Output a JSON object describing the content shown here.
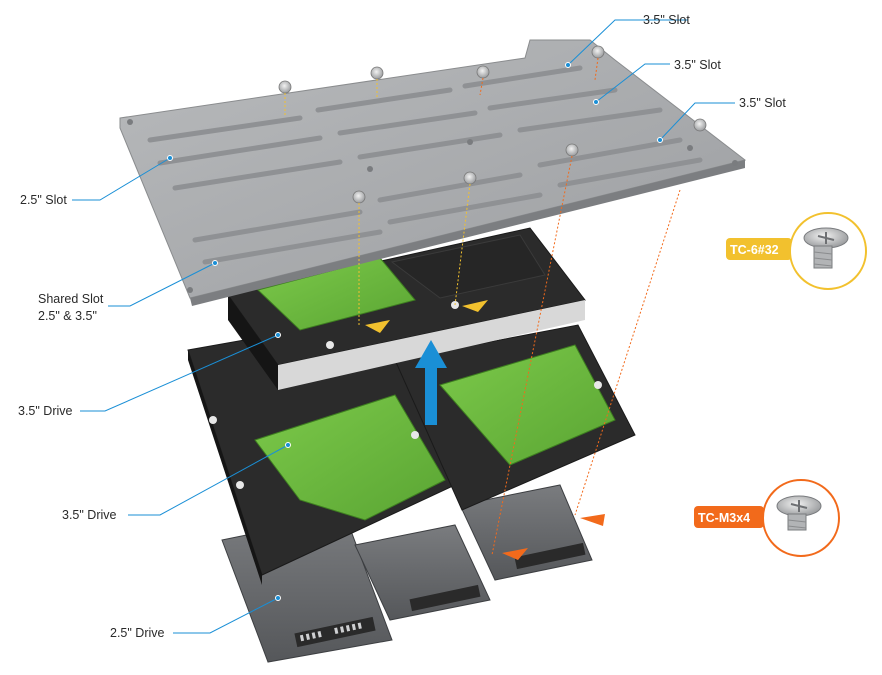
{
  "labels": {
    "slot_35_a": "3.5\" Slot",
    "slot_35_b": "3.5\" Slot",
    "slot_35_c": "3.5\" Slot",
    "slot_25": "2.5\" Slot",
    "shared_slot_line1": "Shared Slot",
    "shared_slot_line2": "2.5\" & 3.5\"",
    "drive_35_a": "3.5\" Drive",
    "drive_35_b": "3.5\" Drive",
    "drive_25": "2.5\" Drive"
  },
  "screws": {
    "tc6": {
      "label": "TC-6#32",
      "color": "#f2c12e"
    },
    "tcm3": {
      "label": "TC-M3x4",
      "color": "#f26a1b"
    }
  },
  "colors": {
    "leader": "#1a8fd6",
    "arrow": "#1a8fd6",
    "plate": "#a9abad",
    "drive_body": "#2b2b2b",
    "pcb": "#6fbf3f",
    "ssd": "#6b6d70"
  }
}
